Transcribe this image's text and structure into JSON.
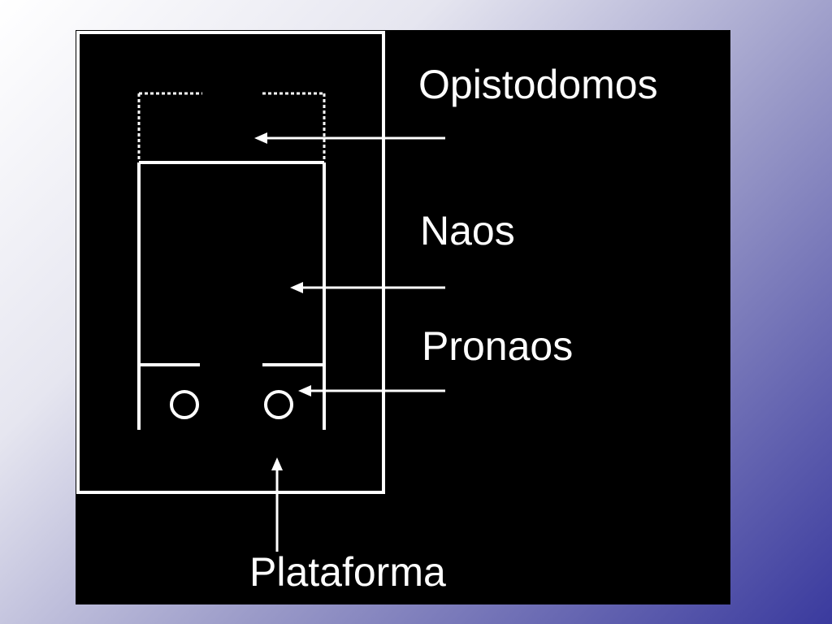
{
  "diagram": {
    "labels": {
      "opistodomos": "Opistodomos",
      "naos": "Naos",
      "pronaos": "Pronaos",
      "plataforma": "Plataforma"
    },
    "colors": {
      "background": "#000000",
      "foreground": "#ffffff"
    }
  }
}
